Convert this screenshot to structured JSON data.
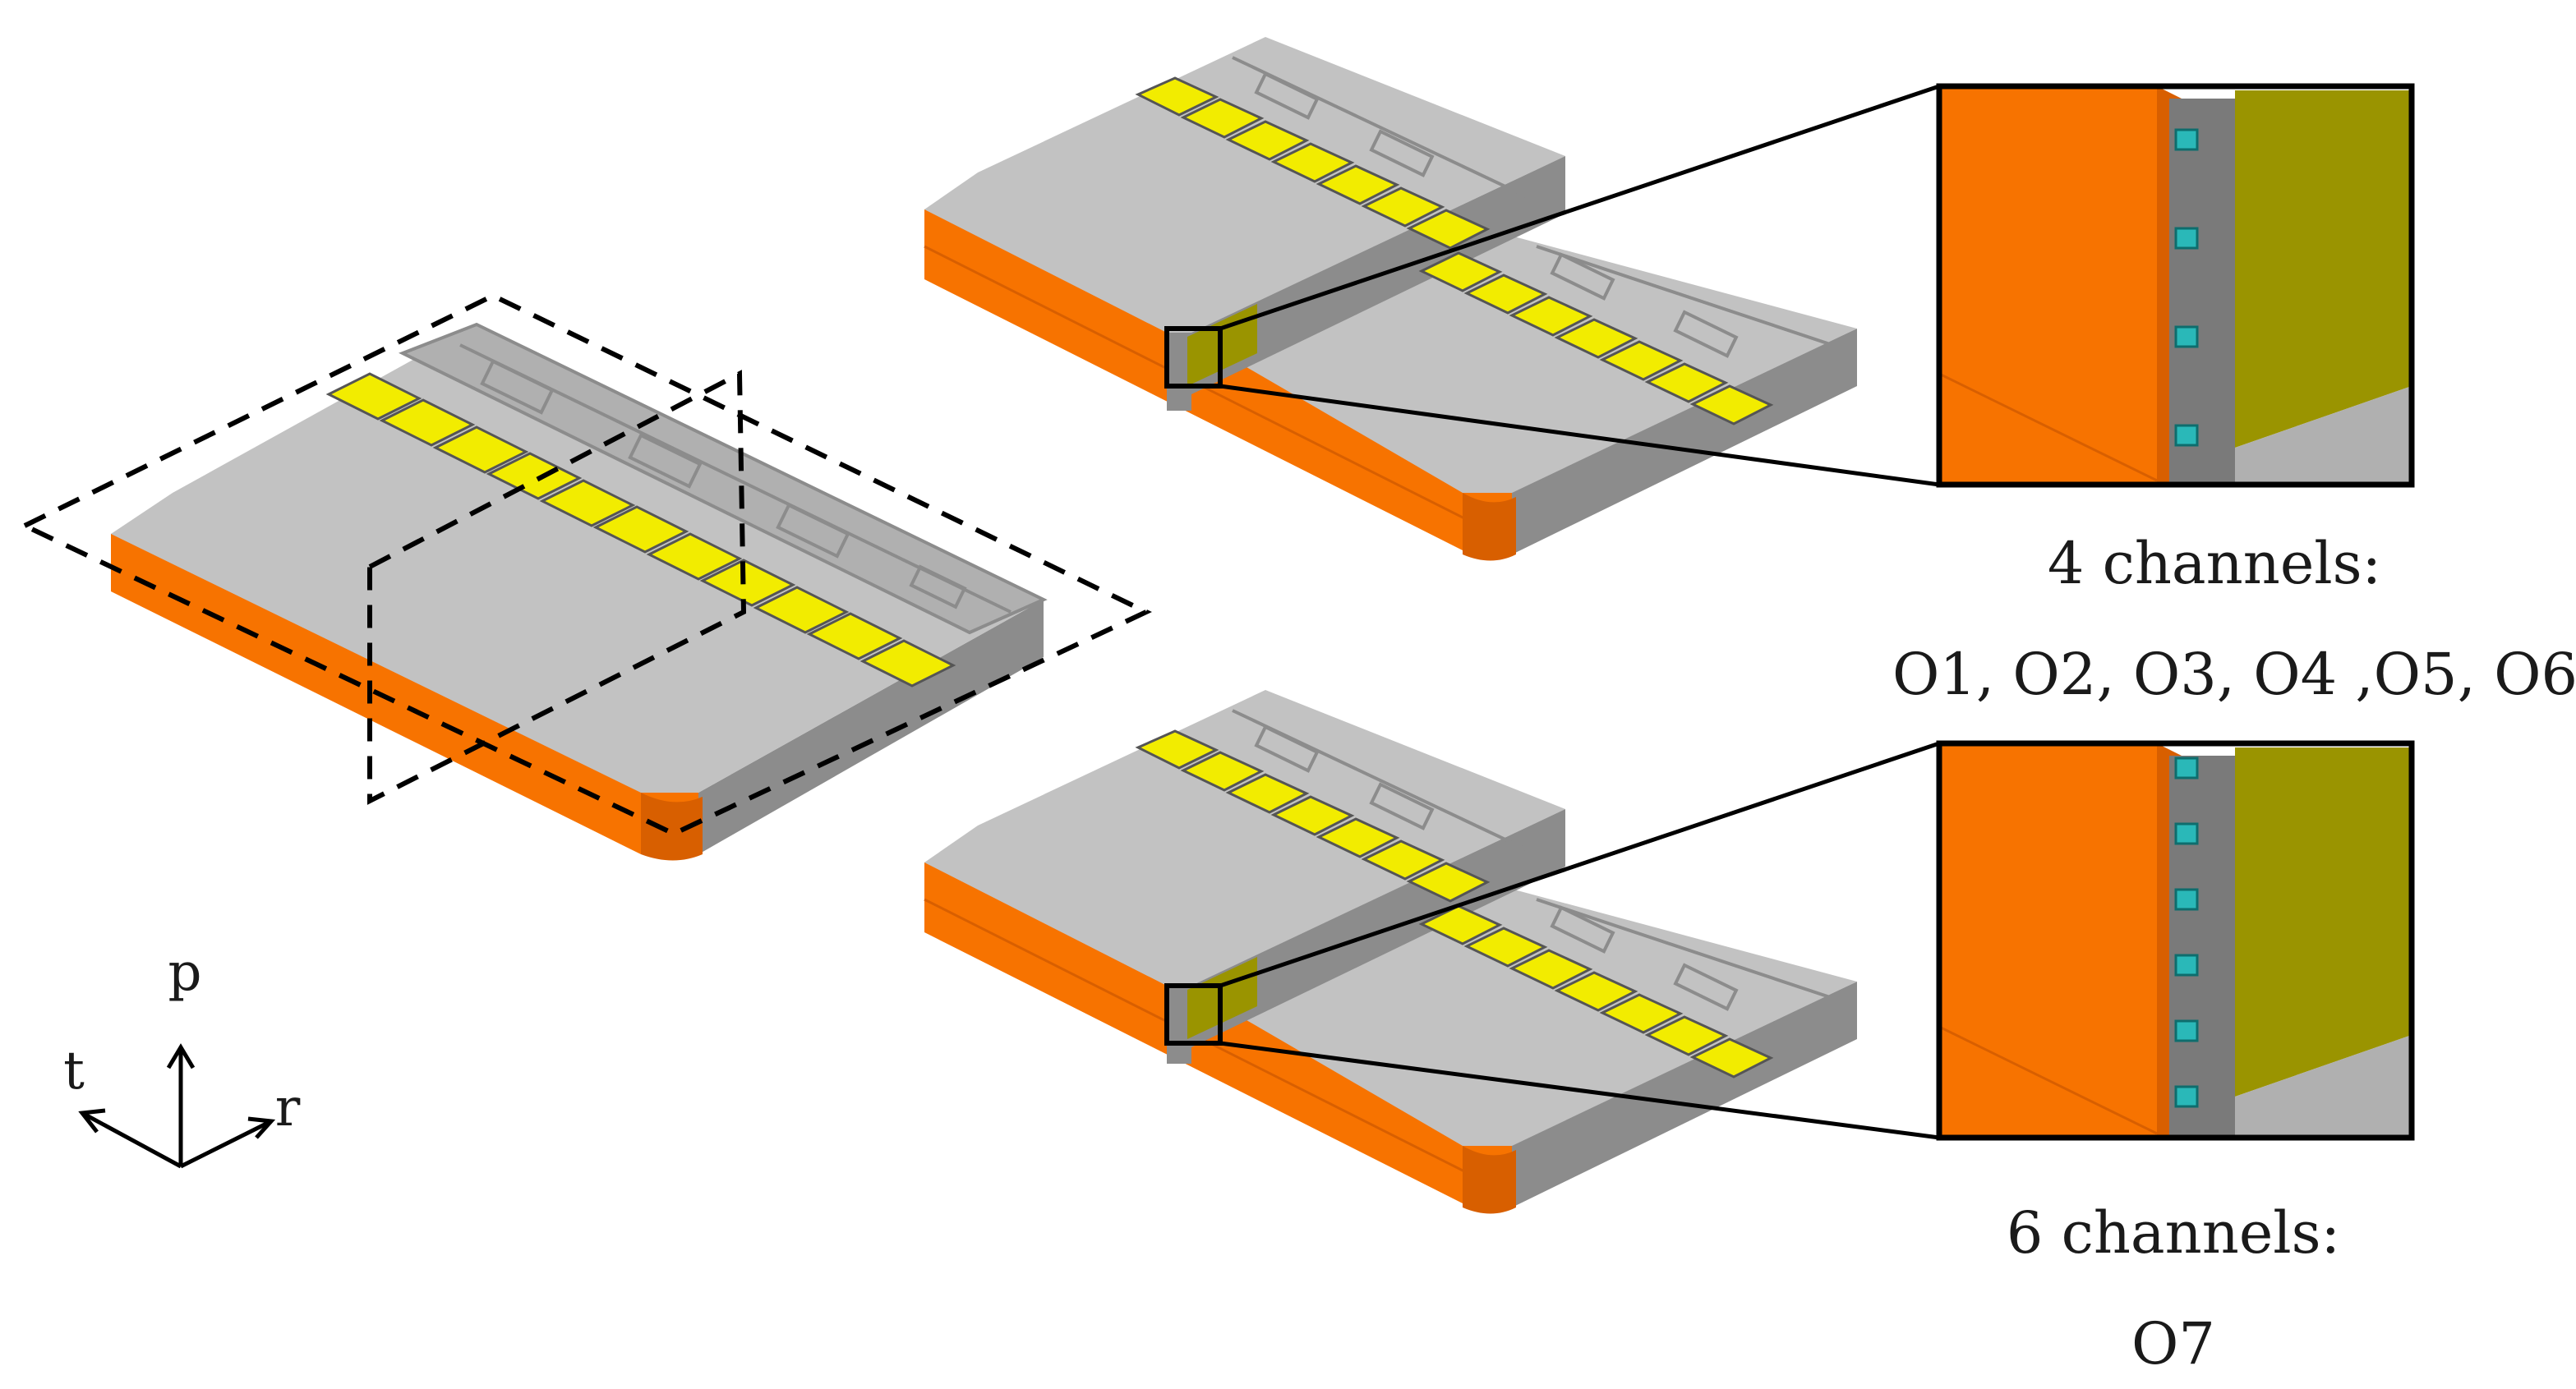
{
  "axes": {
    "up_label": "p",
    "left_label": "t",
    "right_label": "r"
  },
  "captions": {
    "top_line1": "4 channels:",
    "top_line2": "O1, O2, O3, O4 ,O5, O6",
    "bottom_line1": "6 channels:",
    "bottom_line2": "O7"
  },
  "zoom_insets": [
    {
      "channel_count": 4
    },
    {
      "channel_count": 6
    }
  ],
  "colors": {
    "orange": "#f77300",
    "orange_dark": "#d85f00",
    "grey_top": "#c2c2c2",
    "grey_side": "#8c8c8c",
    "grey_dark": "#6e6e6e",
    "yellow": "#f2ec00",
    "olive": "#9a9400",
    "cyan": "#2ab8b8",
    "black": "#000000"
  }
}
